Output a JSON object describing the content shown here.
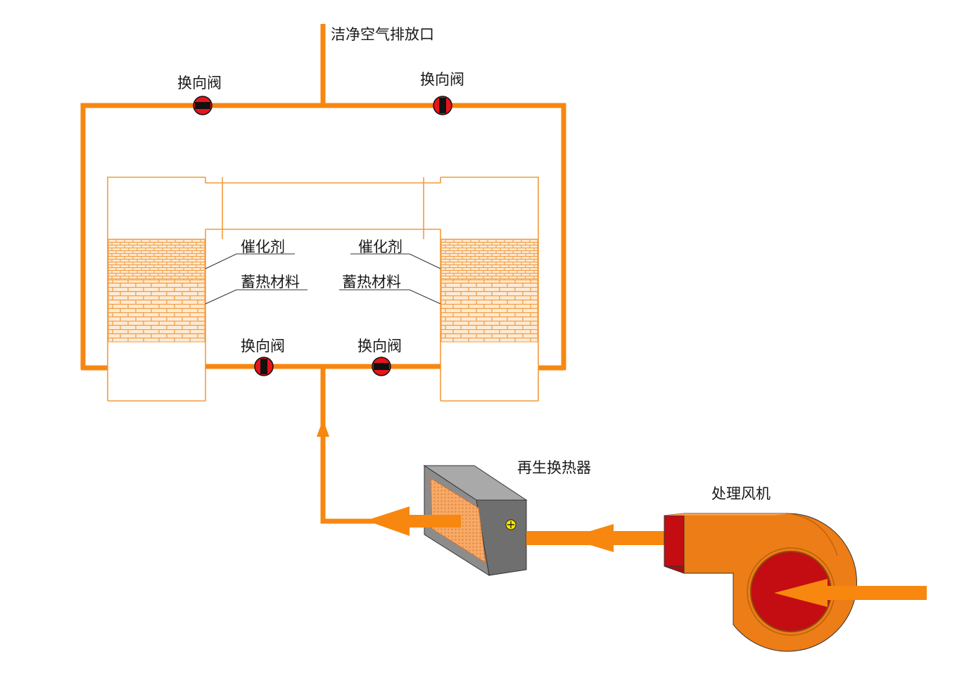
{
  "labels": {
    "exhaust": "洁净空气排放口",
    "valve_top_left": "换向阀",
    "valve_top_right": "换向阀",
    "valve_bottom_left": "换向阀",
    "valve_bottom_right": "换向阀",
    "catalyst_left": "催化剂",
    "catalyst_right": "催化剂",
    "storage_left": "蓄热材料",
    "storage_right": "蓄热材料",
    "heat_exchanger": "再生换热器",
    "fan": "处理风机"
  },
  "colors": {
    "pipe": "#f7870f",
    "outline": "#f39a3c",
    "valve_body": "#e8141c",
    "valve_gate": "#111111",
    "exchanger_body": "#8c8c8c",
    "exchanger_core": "#f5a15a",
    "fan_body": "#ed7d16",
    "fan_inlet": "#c30d12",
    "indicator": "#ffe900"
  }
}
